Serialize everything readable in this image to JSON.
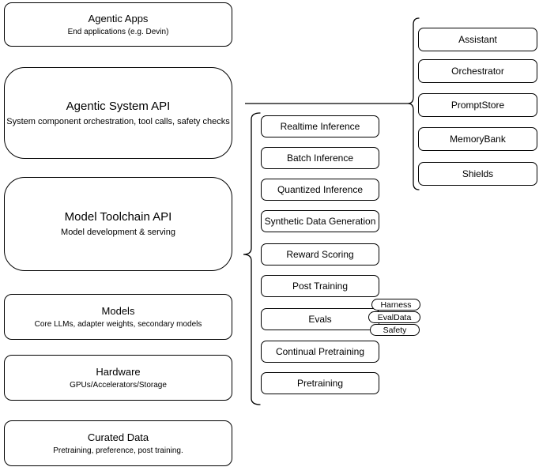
{
  "canvas": {
    "background": "#ffffff",
    "stroke_color": "#000000",
    "text_color": "#000000"
  },
  "stack": [
    {
      "title": "Agentic Apps",
      "subtitle": "End applications (e.g. Devin)"
    },
    {
      "title": "Agentic System API",
      "subtitle": "System component orchestration, tool calls, safety checks"
    },
    {
      "title": "Model Toolchain API",
      "subtitle": "Model development & serving"
    },
    {
      "title": "Models",
      "subtitle": "Core LLMs, adapter weights, secondary models"
    },
    {
      "title": "Hardware",
      "subtitle": "GPUs/Accelerators/Storage"
    },
    {
      "title": "Curated Data",
      "subtitle": "Pretraining, preference, post training."
    }
  ],
  "toolchain_items": [
    "Realtime Inference",
    "Batch Inference",
    "Quantized Inference",
    "Synthetic Data Generation",
    "Reward Scoring",
    "Post Training",
    "Evals",
    "Continual Pretraining",
    "Pretraining"
  ],
  "eval_tags": [
    "Harness",
    "EvalData",
    "Safety"
  ],
  "system_components": [
    "Assistant",
    "Orchestrator",
    "PromptStore",
    "MemoryBank",
    "Shields"
  ]
}
